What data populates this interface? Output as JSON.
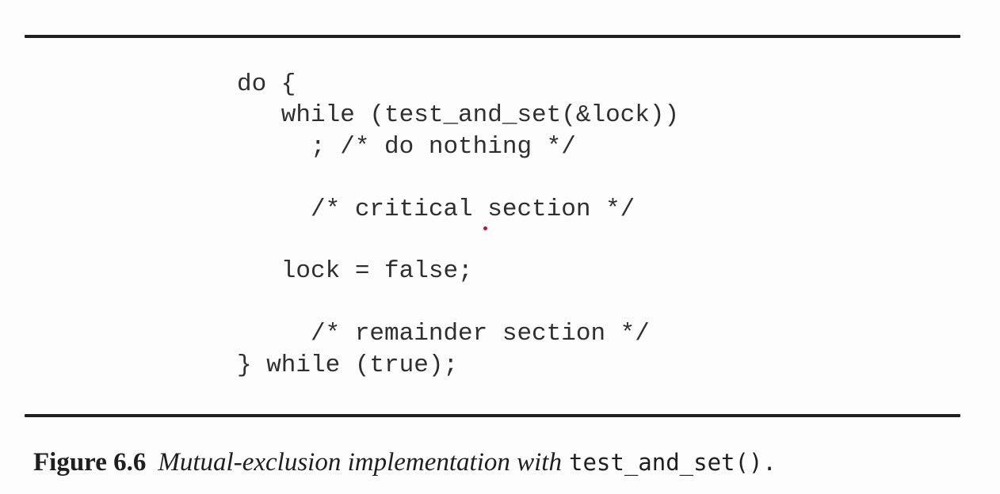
{
  "figure": {
    "code": {
      "text": "do {\n   while (test_and_set(&lock))\n     ; /* do nothing */\n\n     /* critical section */\n\n   lock = false;\n\n     /* remainder section */\n} while (true);"
    },
    "caption": {
      "label": "Figure 6.6",
      "description": "Mutual-exclusion implementation with",
      "code_ref": "test_and_set()."
    },
    "colors": {
      "ink": "#212121",
      "code_ink": "#2f2f2f",
      "annotation_dot": "#a91e3a",
      "background": "#fdfdfd"
    }
  }
}
